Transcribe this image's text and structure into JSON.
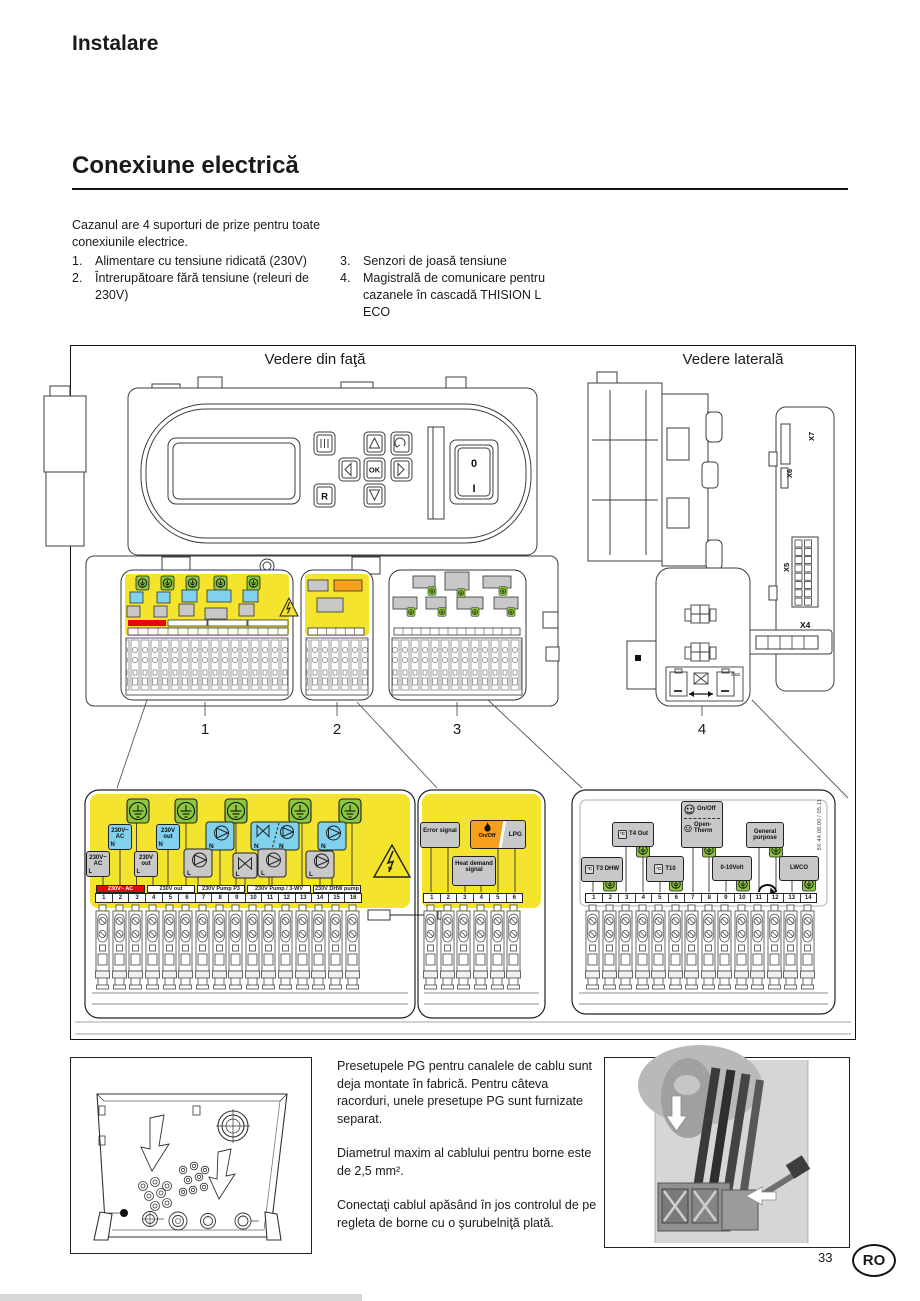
{
  "page": {
    "title": "Instalare",
    "section_title": "Conexiune electrică",
    "intro": "Cazanul are 4 suporturi de prize pentru toate conexiunile electrice.",
    "page_number": "33",
    "language_badge": "RO"
  },
  "list": {
    "items": [
      {
        "num": "1.",
        "text": "Alimentare cu tensiune ridicată (230V)"
      },
      {
        "num": "2.",
        "text": "Întrerupătoare fără tensiune (releuri de 230V)"
      },
      {
        "num": "3.",
        "text": "Senzori de joasă tensiune"
      },
      {
        "num": "4.",
        "text": "Magistrală de comunicare pentru cazanele în cascadă THISION L ECO"
      }
    ]
  },
  "diagram": {
    "front_view_label": "Vedere din faţă",
    "side_view_label": "Vedere laterală",
    "callouts": [
      "1",
      "2",
      "3",
      "4"
    ],
    "buttons": {
      "ok": "OK",
      "reset": "R"
    },
    "power_switch": {
      "off": "0",
      "on": "I"
    },
    "side_connectors": [
      "X7",
      "X6",
      "X5",
      "X4"
    ],
    "bus_label": "Bus"
  },
  "detail1": {
    "n": "N",
    "l": "L",
    "chip_ac": "230V~ AC",
    "chip_out": "230V out",
    "groups": [
      {
        "label": "230V~ AC"
      },
      {
        "label": "230V out"
      },
      {
        "label": "230V Pump P3"
      },
      {
        "label": "230V Pump / 3-WV"
      },
      {
        "label": "230V DHW pump"
      }
    ],
    "terminals": [
      "1",
      "2",
      "3",
      "4",
      "5",
      "6",
      "7",
      "8",
      "9",
      "10",
      "11",
      "12",
      "13",
      "14",
      "15",
      "16"
    ]
  },
  "detail2": {
    "error_signal": "Error signal",
    "heat_demand": "Heat demand signal",
    "on_off": "On/Off",
    "lpg": "LPG",
    "terminals": [
      "1",
      "2",
      "3",
      "4",
      "5",
      "6"
    ]
  },
  "detail3": {
    "doc_code": "8X.44.08.00 / 05.11",
    "temp_unit": "°C",
    "chips": [
      {
        "label": "T3 DHW"
      },
      {
        "label": "T4 Out"
      },
      {
        "label": "T10"
      },
      {
        "label": "On/Off"
      },
      {
        "label": "Open-Therm"
      },
      {
        "label": "0-10Volt"
      },
      {
        "label": "General purpose"
      },
      {
        "label": "LWCO"
      }
    ],
    "terminals": [
      "1",
      "2",
      "3",
      "4",
      "5",
      "6",
      "7",
      "8",
      "9",
      "10",
      "11",
      "12",
      "13",
      "14"
    ]
  },
  "bottom": {
    "paragraphs": [
      "Presetupele PG pentru canalele de cablu sunt deja montate în fabrică. Pentru câteva racorduri, unele presetupe PG sunt furnizate separat.",
      "Diametrul maxim al cablului pentru borne este de 2,5 mm².",
      "Conectaţi cablul apăsând în jos controlul de pe regleta de borne cu o şurubelniţă plată."
    ]
  },
  "colors": {
    "highlight_yellow": "#F5E42D",
    "earth_green": "#8CC73F",
    "neutral_blue": "#7FD1EE",
    "mains_red": "#E30613",
    "lpg_orange": "#F6A01D",
    "chip_gray": "#C8C8C8"
  }
}
